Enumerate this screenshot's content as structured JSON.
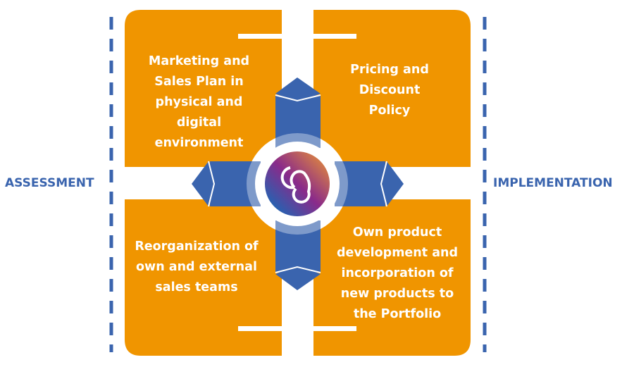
{
  "labels": {
    "left": "ASSESSMENT",
    "right": "IMPLEMENTATION"
  },
  "quadrants": {
    "top_left": "Marketing and Sales Plan in physical and digital environment",
    "top_right": "Pricing and Discount Policy",
    "bottom_left": "Reorganization of own and external sales teams",
    "bottom_right": "Own product development and incorporation of new products to the Portfolio"
  },
  "center": {
    "logo": "CS"
  },
  "colors": {
    "orange": "#f09500",
    "blue": "#3a64ae",
    "dashed": "#3a64ae"
  }
}
